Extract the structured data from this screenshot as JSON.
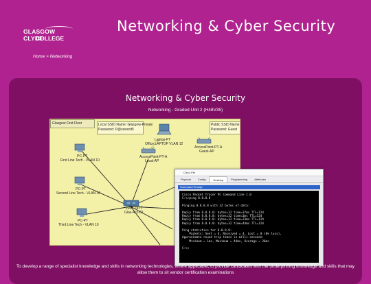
{
  "logo": {
    "line1": "GLASGOW CLYDE",
    "line2": "COLLEGE"
  },
  "header": {
    "title": "Networking & Cyber Security"
  },
  "breadcrumb": {
    "home": "Home",
    "sep": " > ",
    "current": "Networking"
  },
  "card": {
    "title": "Networking & Cyber Security",
    "subtitle": "Networking - Graded Unit 2 (H48V35)",
    "description": "To develop a range of specialist knowledge and skills in networking technologies, where applicable, to provide candidates with the underpinning knowledge and skills that may allow them to sit vendor certification examinations"
  },
  "topology": {
    "area": "Glasgow First Floor",
    "ssid_local": "Local SSID Name: Glasgow-Private",
    "pass_local": "Password: P@ssword5",
    "ssid_public": "Public SSID Name",
    "pass_public": "Password: Guest",
    "laptop_name": "Laptop-PT",
    "laptop_label": "Office LAPTOP VLAN 12",
    "ap1_name": "AccessPoint-PT-A",
    "ap1_label": "Local-AP",
    "ap2_name": "AccessPoint-PT-A",
    "ap2_label": "Guest-AP",
    "pc1_name": "PC-PT",
    "pc1_label": "First Line Tech - VLAN 10",
    "pc2_name": "PC-PT",
    "pc2_label": "Second Line Tech - VLAN 10",
    "pc3_name": "PC-PT",
    "pc3_label": "Third Line Tech - VLAN 10",
    "switch_name": "2960-24TT",
    "switch_label": "Glas-Acc-01"
  },
  "terminal": {
    "window_title": "Cisco Pkt",
    "tabs": [
      "Physical",
      "Config",
      "Desktop",
      "Programming",
      "Attributes"
    ],
    "active_tab": "Desktop",
    "panel_title": "Command Prompt",
    "lines": [
      "Cisco Packet Tracer PC Command Line 1.0",
      "C:\\>ping 8.8.8.8",
      "",
      "Pinging 8.8.8.8 with 32 bytes of data:",
      "",
      "Reply from 8.8.8.8: bytes=32 time=37ms TTL=124",
      "Reply from 8.8.8.8: bytes=32 time=1ms TTL=124",
      "Reply from 8.8.8.8: bytes=32 time=23ms TTL=124",
      "Reply from 8.8.8.8: bytes=32 time=44ms TTL=124",
      "",
      "Ping statistics for 8.8.8.8:",
      "    Packets: Sent = 4, Received = 4, Lost = 0 (0% loss),",
      "Approximate round trip times in milli-seconds:",
      "    Minimum = 1ms, Maximum = 44ms, Average = 26ms",
      "",
      "C:\\>"
    ]
  }
}
